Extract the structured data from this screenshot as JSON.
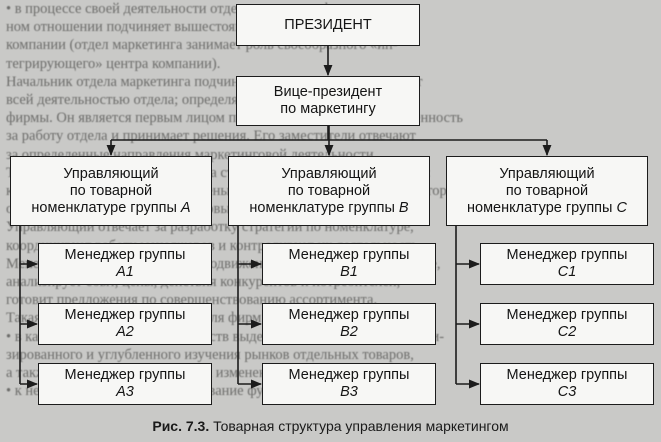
{
  "background_text": [
    "• в процессе своей деятельности отдел маркетинга функциональ-",
    "ном отношении подчиняет вышестоящие подразделения",
    "компании (отдел маркетинга занимает роль своеобразного «ин-",
    "тегрирующего» центра компании).",
    "Начальник отдела маркетинга подчиняется президенту и управляет",
    "всей деятельностью отдела; определяет политику и стратегию",
    "фирмы. Он является первым лицом по маркетингу, несет ответственность",
    "за работу отдела и принимает решения. Его заместители отвечают",
    "за определенные направления маркетинговой деятельности.",
    "Товарная (продуктовая) структура строится по товарному принципу:",
    "каждому управляющему подчинены менеджеры товарных групп, которые",
    "отвечают за комплекс маркетинговых мероприятий по своей группе.",
    "Управляющий отвечает за разработку стратегии по номенклатуре,",
    "координирует работу менеджеров и контролирует их деятельность.",
    "Менеджер группы отвечает за продвижение товаров группы на рынке,",
    "анализирует сбыт, цены, действия конкурентов и потребителей,",
    "готовит предложения по совершенствованию ассортимента.",
    "Такая структура целесообразна для фирм с широкой номенклатурой,",
    "• в качестве основных преимуществ выделяют возможность специали-",
    "зированного и углубленного изучения рынков отдельных товаров,",
    "а также быстрое реагирование на изменения спроса потребителей.",
    "• к недостаткам относят дублирование функций и высокие затраты."
  ],
  "chart_data": {
    "type": "org-chart",
    "root": {
      "lines": [
        "ПРЕЗИДЕНТ"
      ]
    },
    "vice": {
      "lines": [
        "Вице-президент",
        "по маркетингу"
      ]
    },
    "managers": [
      {
        "line1": "Управляющий",
        "line2": "по товарной",
        "line3": "номенклатуре группы",
        "letter": "А",
        "groups": [
          {
            "label": "Менеджер группы",
            "code": "А1"
          },
          {
            "label": "Менеджер группы",
            "code": "А2"
          },
          {
            "label": "Менеджер группы",
            "code": "А3"
          }
        ]
      },
      {
        "line1": "Управляющий",
        "line2": "по товарной",
        "line3": "номенклатуре группы",
        "letter": "В",
        "groups": [
          {
            "label": "Менеджер группы",
            "code": "В1"
          },
          {
            "label": "Менеджер группы",
            "code": "В2"
          },
          {
            "label": "Менеджер группы",
            "code": "В3"
          }
        ]
      },
      {
        "line1": "Управляющий",
        "line2": "по товарной",
        "line3": "номенклатуре группы",
        "letter": "С",
        "groups": [
          {
            "label": "Менеджер группы",
            "code": "С1"
          },
          {
            "label": "Менеджер группы",
            "code": "С2"
          },
          {
            "label": "Менеджер группы",
            "code": "С3"
          }
        ]
      }
    ],
    "caption": {
      "number": "Рис. 7.3.",
      "text": "Товарная структура управления маркетингом"
    }
  }
}
